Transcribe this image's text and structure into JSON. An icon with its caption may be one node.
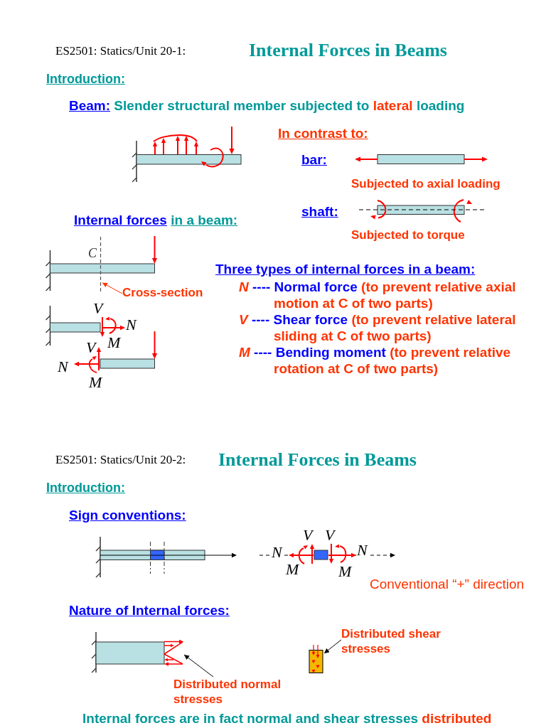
{
  "diagram": {
    "nodes": [
      {
        "text": [
          "Cross-section"
        ]
      },
      {
        "text": [],
        "shape": "line",
        "beside": [
          "C"
        ]
      },
      {
        "text": [
          "Distributed normal stresses"
        ]
      },
      {
        "text": [],
        "shape": "picture"
      },
      {
        "text": [
          "Distributed shear stresses"
        ]
      },
      {
        "text": [],
        "shape": "box"
      }
    ],
    "edges": [
      {
        "from": 0,
        "to": 1,
        "arrow": "to",
        "color": "#ff3300"
      },
      {
        "from": 2,
        "to": 3,
        "arrow": "to"
      },
      {
        "from": 4,
        "to": 5,
        "arrow": "to"
      }
    ],
    "labels": [
      "ES2501: Statics/Unit 20-1:",
      "Internal Forces in Beams",
      "Introduction:",
      "Beam:",
      "Slender structural member subjected to",
      "lateral",
      "loading",
      "In contrast to:",
      "bar:",
      "Subjected to axial loading",
      "shaft:",
      "Internal forces",
      "in a beam:",
      "Subjected to torque",
      "Three types of internal forces in a beam:",
      "N",
      "---- Normal force",
      "(to prevent relative axial motion at C of two parts)",
      "V",
      "---- Shear force",
      "(to prevent relative lateral sliding at C of two parts)",
      "M",
      "---- Bending moment",
      "(to prevent relative rotation at C of two parts)",
      "V",
      "N",
      "M",
      "V",
      "N",
      "M",
      "ES2501: Statics/Unit 20-2:",
      "Internal Forces in Beams",
      "Introduction:",
      "Sign conventions:",
      "V",
      "V",
      "N",
      "N",
      "M",
      "M",
      "Conventional “+” direction",
      "Nature of Internal forces:",
      "Internal forces are in fact normal and shear stresses",
      "distributed"
    ]
  }
}
